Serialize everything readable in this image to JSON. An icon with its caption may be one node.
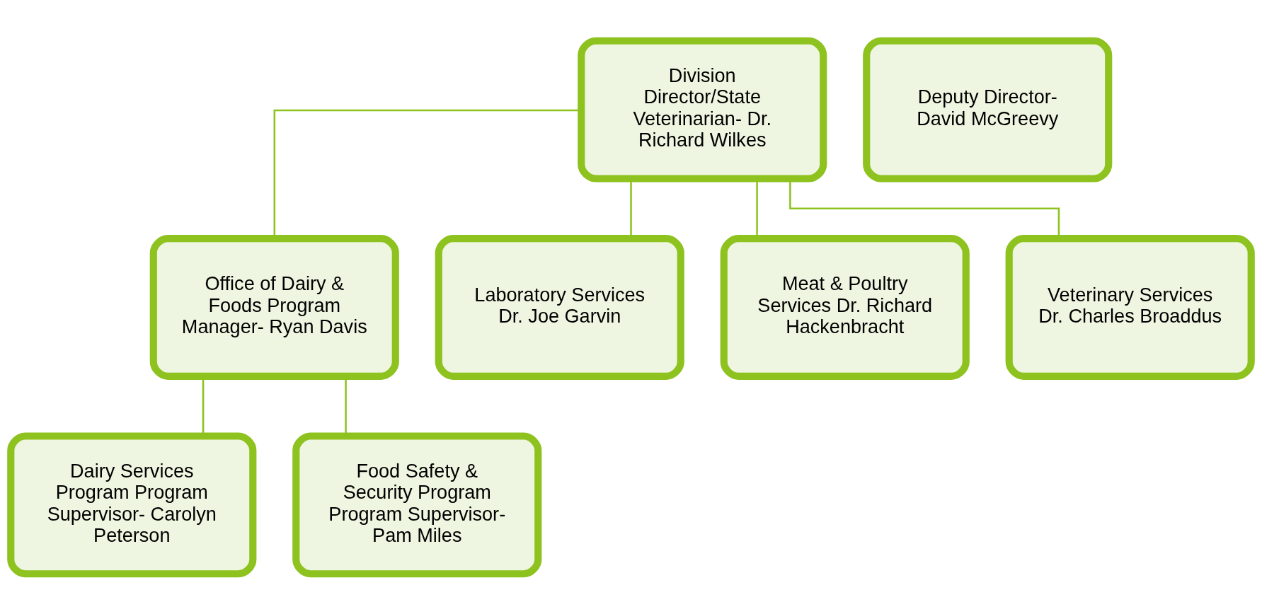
{
  "diagram": {
    "nodes": [
      {
        "text": [
          "Division Director/State Veterinarian- Dr. Richard Wilkes"
        ]
      },
      {
        "text": [
          "Deputy Director- David McGreevy"
        ]
      },
      {
        "text": [
          "Office of Dairy & Foods Program Manager- Ryan Davis"
        ]
      },
      {
        "text": [
          "Laboratory Services Dr. Joe Garvin"
        ]
      },
      {
        "text": [
          "Meat & Poultry Services Dr. Richard Hackenbracht"
        ]
      },
      {
        "text": [
          "Veterinary Services Dr. Charles Broaddus"
        ]
      },
      {
        "text": [
          "Dairy Services Program Program Supervisor- Carolyn Peterson"
        ]
      },
      {
        "text": [
          "Food Safety & Security Program Program Supervisor- Pam Miles"
        ]
      }
    ],
    "edges": [
      {
        "from": 0,
        "to": 2,
        "arrow": "none"
      },
      {
        "from": 0,
        "to": 3,
        "arrow": "none"
      },
      {
        "from": 0,
        "to": 4,
        "arrow": "none"
      },
      {
        "from": 0,
        "to": 5,
        "arrow": "none"
      },
      {
        "from": 2,
        "to": 6,
        "arrow": "none"
      },
      {
        "from": 2,
        "to": 7,
        "arrow": "none"
      }
    ]
  }
}
